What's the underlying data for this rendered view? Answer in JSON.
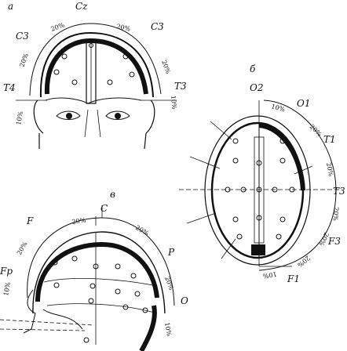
{
  "panels": {
    "a": {
      "letter": "а",
      "electrodes": {
        "cz": "Cz",
        "c3_left": "C3",
        "c3_right": "C3",
        "t4": "T4",
        "t3": "T3"
      },
      "percents": {
        "top_left": "20%",
        "top_right": "20%",
        "side_left": "20%",
        "side_right": "20%",
        "bottom_left": "10%",
        "bottom_right": "10%"
      }
    },
    "b": {
      "letter": "б",
      "electrodes": {
        "o2": "O2",
        "o1": "O1",
        "t1": "T1",
        "t3": "T3",
        "f3": "F3",
        "f1": "F1"
      },
      "percents": {
        "p1": "10%",
        "p2": "20%",
        "p3": "20%",
        "p4": "20%",
        "p5": "20%",
        "p6": "20%",
        "p7": "10%"
      }
    },
    "c": {
      "letter": "в",
      "electrodes": {
        "c": "C",
        "f": "F",
        "p": "P",
        "fp": "Fp",
        "o": "O"
      },
      "percents": {
        "p1": "20%",
        "p2": "20%",
        "p3": "20%",
        "p4": "20%",
        "p5": "10%",
        "p6": "10%"
      }
    }
  }
}
